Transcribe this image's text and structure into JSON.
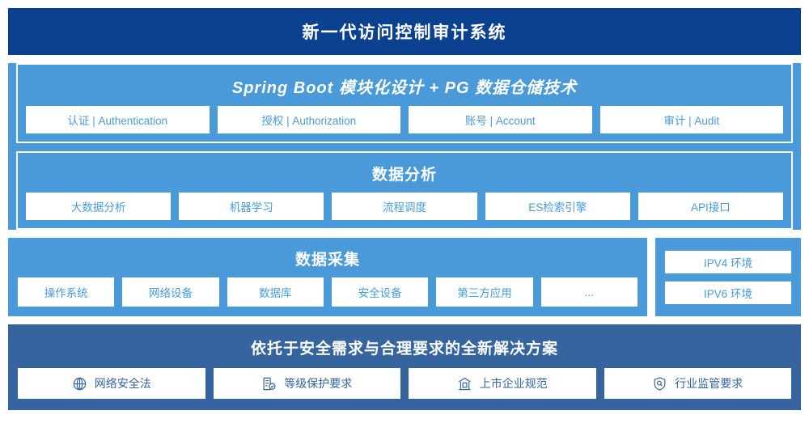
{
  "header": {
    "title": "新一代访问控制审计系统"
  },
  "platform": {
    "title": "Spring Boot 模块化设计 + PG 数据仓储技术",
    "cards": [
      {
        "label": "认证 | Authentication"
      },
      {
        "label": "授权 | Authorization"
      },
      {
        "label": "账号 | Account"
      },
      {
        "label": "审计 | Audit"
      }
    ]
  },
  "analysis": {
    "title": "数据分析",
    "cards": [
      {
        "label": "大数据分析"
      },
      {
        "label": "机器学习"
      },
      {
        "label": "流程调度"
      },
      {
        "label": "ES检索引擎"
      },
      {
        "label": "API接口"
      }
    ]
  },
  "collection": {
    "title": "数据采集",
    "cards": [
      {
        "label": "操作系统"
      },
      {
        "label": "网络设备"
      },
      {
        "label": "数据库"
      },
      {
        "label": "安全设备"
      },
      {
        "label": "第三方应用"
      },
      {
        "label": "..."
      }
    ]
  },
  "environments": {
    "cards": [
      {
        "label": "IPV4 环境"
      },
      {
        "label": "IPV6 环境"
      }
    ]
  },
  "compliance": {
    "title": "依托于安全需求与合理要求的全新解决方案",
    "cards": [
      {
        "label": "网络安全法",
        "icon": "globe-icon"
      },
      {
        "label": "等级保护要求",
        "icon": "document-check-icon"
      },
      {
        "label": "上市企业规范",
        "icon": "bank-building-icon"
      },
      {
        "label": "行业监管要求",
        "icon": "shield-search-icon"
      }
    ]
  },
  "colors": {
    "header_navy": "#0c4190",
    "panel_blue": "#4a9ada",
    "bottom_blue": "#35649f",
    "card_white": "#ffffff"
  }
}
